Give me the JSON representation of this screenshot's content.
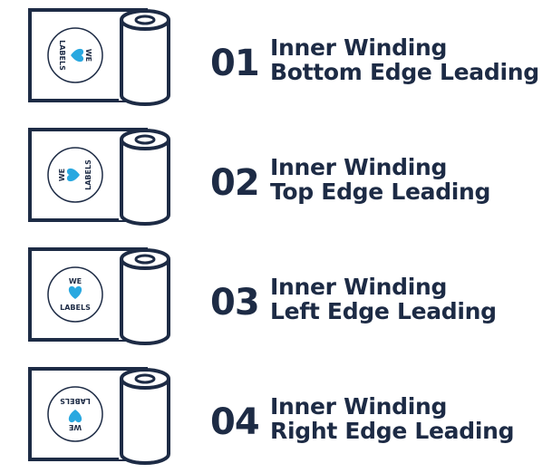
{
  "colors": {
    "ink": "#1d2b45",
    "heart": "#29a8e0",
    "background": "#ffffff"
  },
  "label_text": {
    "top": "WE",
    "bottom": "LABELS",
    "symbol": "heart-icon"
  },
  "options": [
    {
      "number": "01",
      "line1": "Inner Winding",
      "line2": "Bottom Edge Leading"
    },
    {
      "number": "02",
      "line1": "Inner Winding",
      "line2": "Top Edge Leading"
    },
    {
      "number": "03",
      "line1": "Inner Winding",
      "line2": "Left Edge Leading"
    },
    {
      "number": "04",
      "line1": "Inner Winding",
      "line2": "Right Edge Leading"
    }
  ]
}
